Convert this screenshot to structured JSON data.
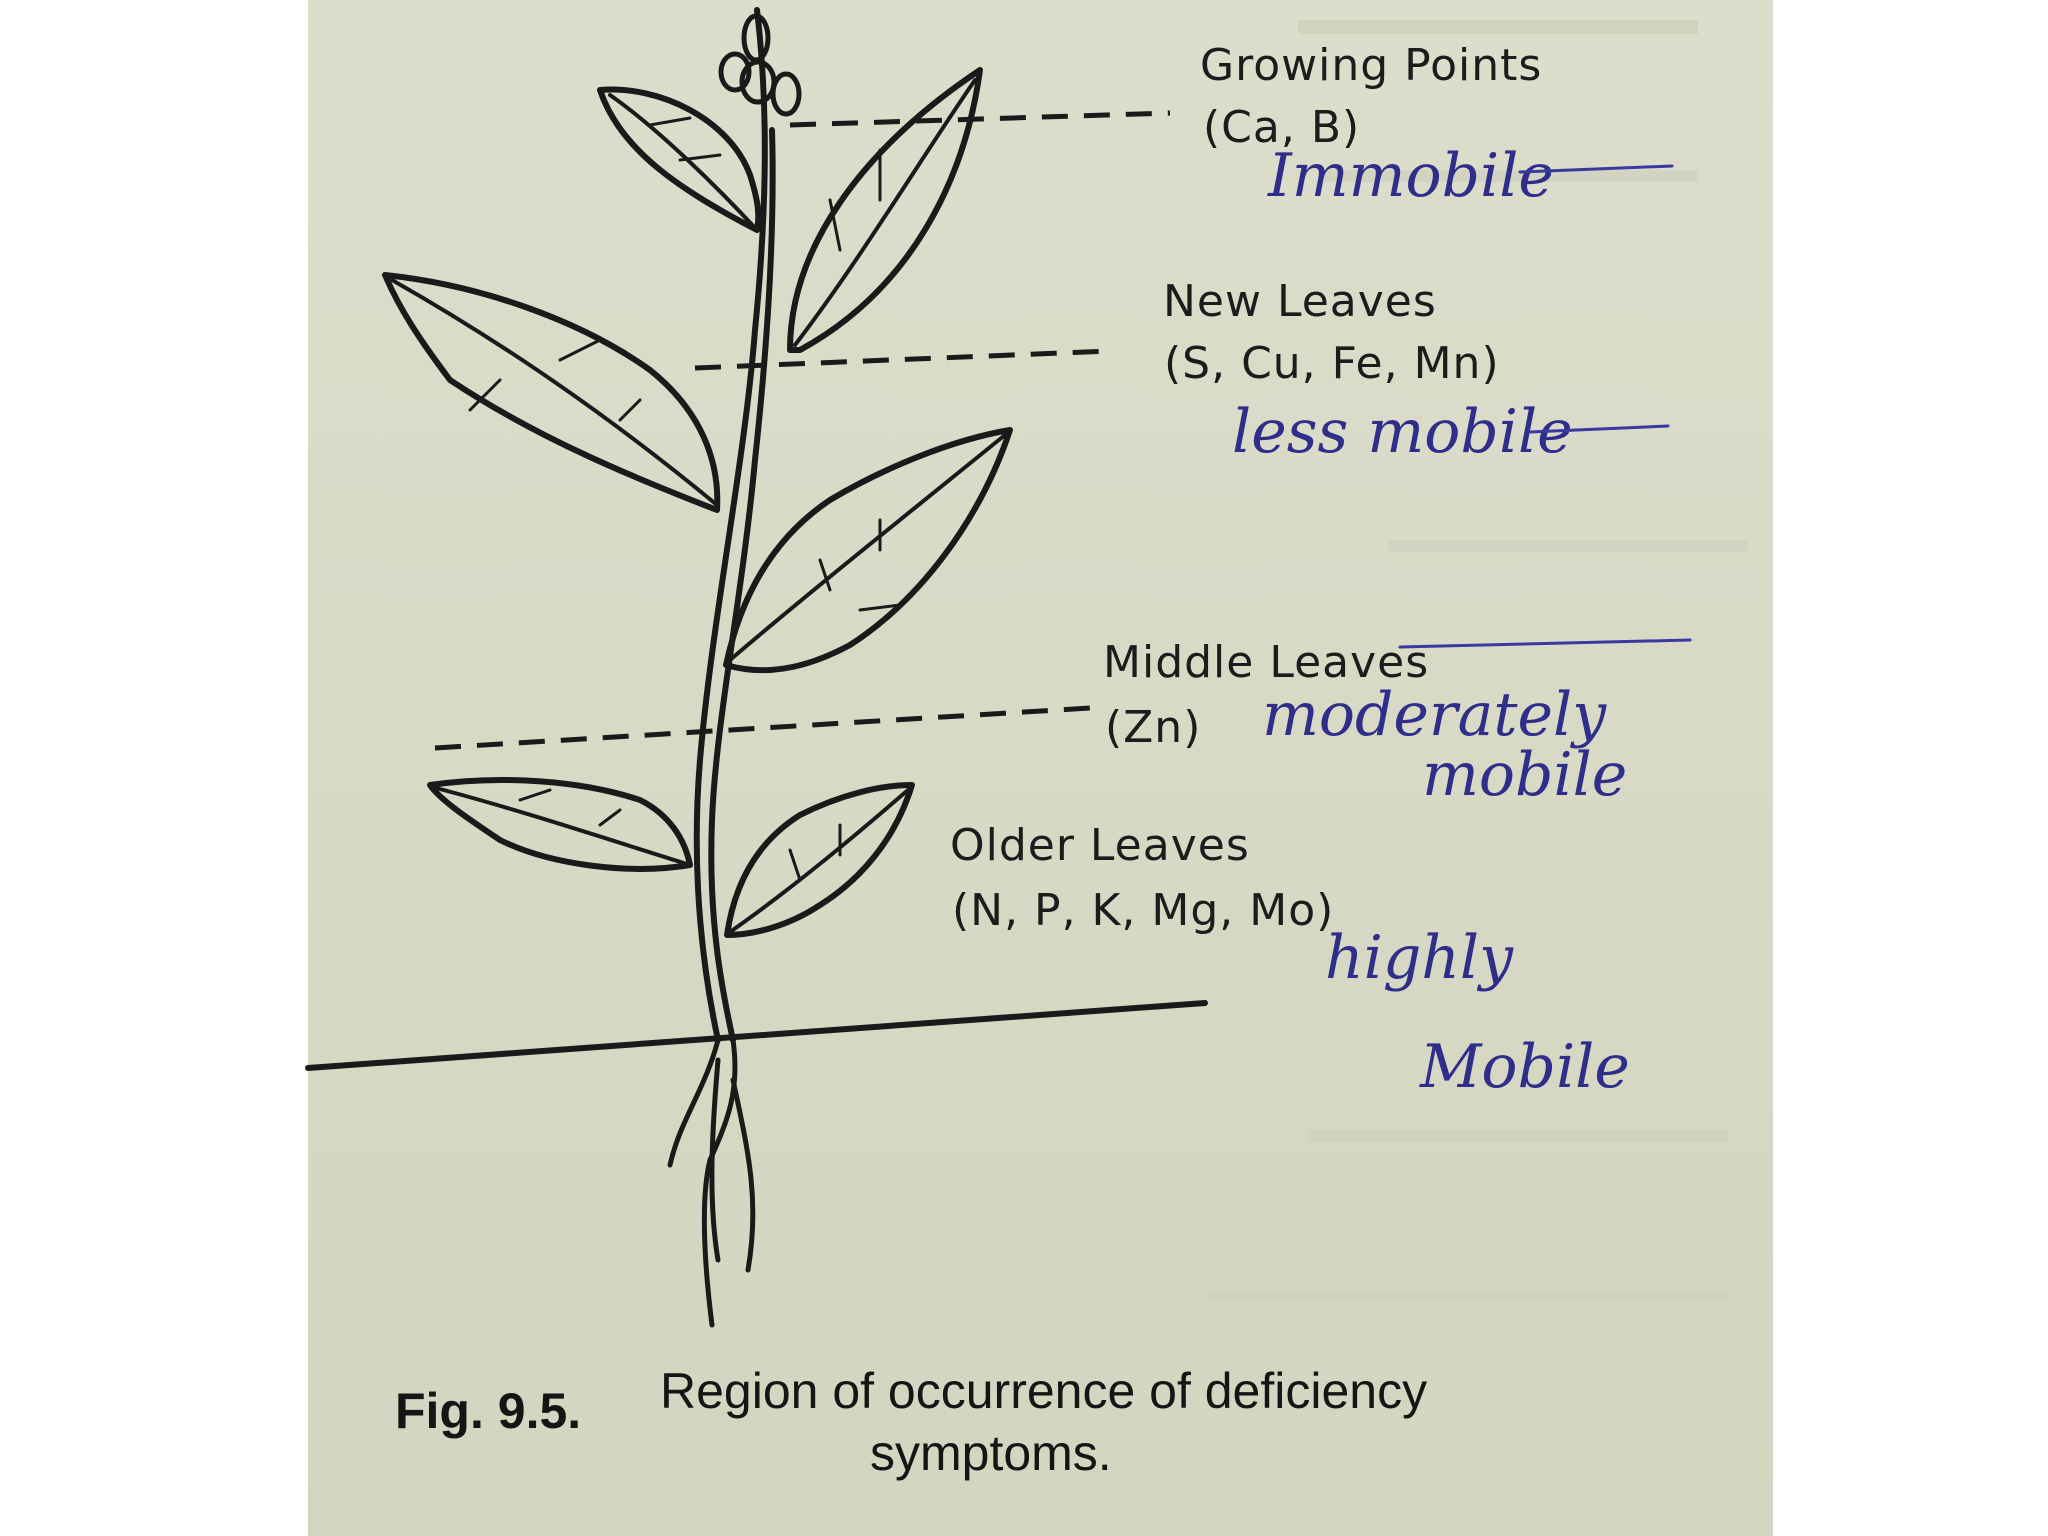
{
  "regions": {
    "growing_points": {
      "title": "Growing Points",
      "nutrients": "(Ca, B)",
      "note": "Immobile"
    },
    "new_leaves": {
      "title": "New Leaves",
      "nutrients": "(S, Cu, Fe, Mn)",
      "note": "less mobile"
    },
    "middle_leaves": {
      "title": "Middle Leaves",
      "nutrients": "(Zn)",
      "note_line1": "moderately",
      "note_line2": "mobile"
    },
    "older_leaves": {
      "title": "Older Leaves",
      "nutrients": "(N, P, K, Mg, Mo)",
      "note_line1": "highly",
      "note_line2": "Mobile"
    }
  },
  "caption": {
    "figure_number": "Fig. 9.5.",
    "line1": "Region of occurrence of deficiency",
    "line2": "symptoms."
  },
  "colors": {
    "paper": "#d8dac6",
    "ink": "#1a1a1a",
    "handwriting": "#2f2e8a"
  }
}
